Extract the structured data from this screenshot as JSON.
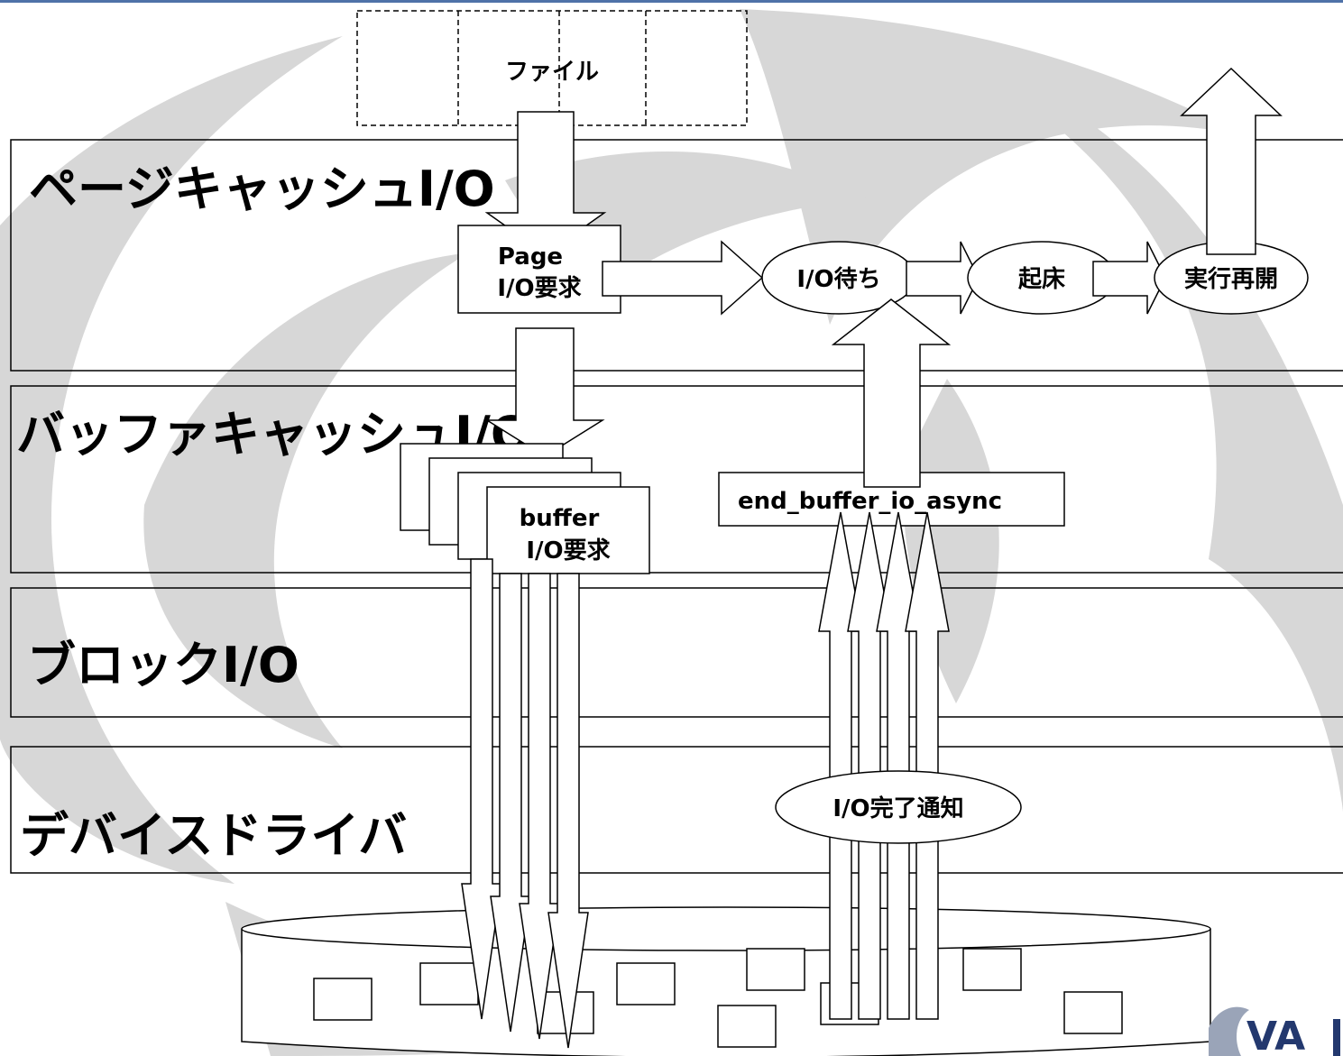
{
  "diagram": {
    "file_label": "ファイル",
    "layers": [
      {
        "id": "page-cache",
        "title": "ページキャッシュI/O"
      },
      {
        "id": "buffer-cache",
        "title": "バッファキャッシュI/O"
      },
      {
        "id": "block-io",
        "title": "ブロックI/O"
      },
      {
        "id": "device-driver",
        "title": "デバイスドライバ"
      }
    ],
    "page_io_request": {
      "line1": "Page",
      "line2": "I/O要求"
    },
    "buffer_io_request": {
      "line1": "buffer",
      "line2": "I/O要求"
    },
    "flow": {
      "wait": "I/O待ち",
      "wakeup": "起床",
      "resume": "実行再開"
    },
    "end_buffer": "end_buffer_io_async",
    "io_complete": "I/O完了通知"
  },
  "logo": {
    "text": "VA",
    "color": "#23386e"
  },
  "colors": {
    "watermark": "#d4d4d4",
    "frame_top": "#4f72a8"
  }
}
